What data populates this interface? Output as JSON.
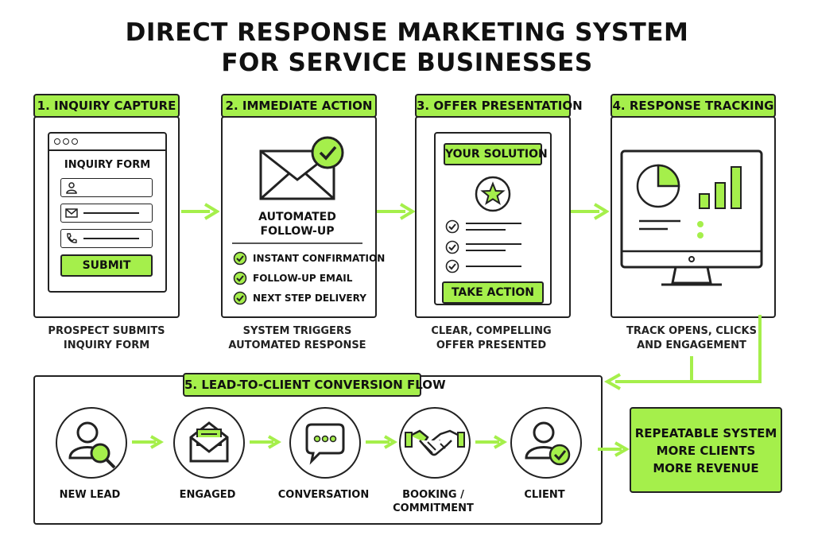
{
  "title": {
    "line1": "DIRECT RESPONSE MARKETING SYSTEM",
    "line2": "FOR SERVICE BUSINESSES"
  },
  "colors": {
    "accent": "#a5ef4b",
    "ink": "#222222"
  },
  "steps": [
    {
      "label": "1. INQUIRY CAPTURE",
      "caption_line1": "PROSPECT SUBMITS",
      "caption_line2": "INQUIRY FORM",
      "form_title": "INQUIRY FORM",
      "submit_label": "SUBMIT",
      "icons": [
        "person-icon",
        "envelope-icon",
        "phone-icon"
      ]
    },
    {
      "label": "2. IMMEDIATE ACTION",
      "caption_line1": "SYSTEM TRIGGERS",
      "caption_line2": "AUTOMATED RESPONSE",
      "heading_line1": "AUTOMATED",
      "heading_line2": "FOLLOW-UP",
      "checklist": [
        "INSTANT CONFIRMATION",
        "FOLLOW-UP EMAIL",
        "NEXT STEP DELIVERY"
      ]
    },
    {
      "label": "3. OFFER PRESENTATION",
      "caption_line1": "CLEAR, COMPELLING",
      "caption_line2": "OFFER PRESENTED",
      "header_label": "YOUR SOLUTION",
      "action_label": "TAKE ACTION"
    },
    {
      "label": "4. RESPONSE TRACKING",
      "caption_line1": "TRACK OPENS, CLICKS",
      "caption_line2": "AND ENGAGEMENT"
    }
  ],
  "conversion": {
    "label": "5. LEAD-TO-CLIENT CONVERSION FLOW",
    "stages": [
      {
        "label_line1": "NEW LEAD",
        "label_line2": "",
        "icon": "person-search-icon"
      },
      {
        "label_line1": "ENGAGED",
        "label_line2": "",
        "icon": "open-envelope-icon"
      },
      {
        "label_line1": "CONVERSATION",
        "label_line2": "",
        "icon": "chat-bubble-icon"
      },
      {
        "label_line1": "BOOKING /",
        "label_line2": "COMMITMENT",
        "icon": "handshake-icon"
      },
      {
        "label_line1": "CLIENT",
        "label_line2": "",
        "icon": "person-check-icon"
      }
    ]
  },
  "result": {
    "line1": "REPEATABLE SYSTEM",
    "line2": "MORE CLIENTS",
    "line3": "MORE REVENUE"
  }
}
